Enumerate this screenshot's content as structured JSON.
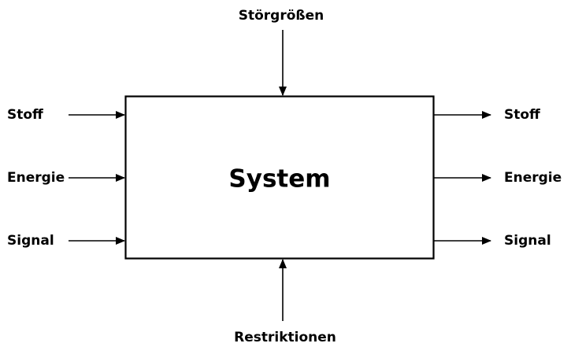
{
  "diagram": {
    "system_label": "System",
    "top_label": "Störgrößen",
    "bottom_label": "Restriktionen",
    "inputs": [
      "Stoff",
      "Energie",
      "Signal"
    ],
    "outputs": [
      "Stoff",
      "Energie",
      "Signal"
    ]
  },
  "colors": {
    "stroke": "#000000",
    "background": "#ffffff"
  }
}
